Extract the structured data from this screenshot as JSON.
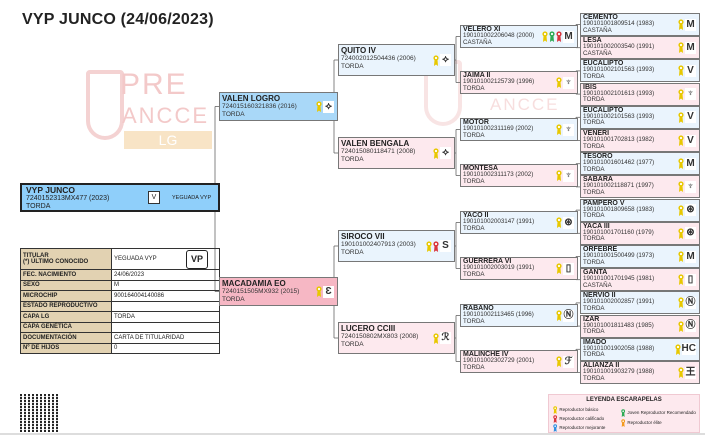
{
  "title": "VYP JUNCO (24/06/2023)",
  "watermark": {
    "line1": "PRE",
    "line2": "ANCCE",
    "badge": "LG"
  },
  "subject": {
    "name": "VYP JUNCO",
    "id": "7240152313MX477 (2023)",
    "coat": "TORDA",
    "owner": "YEGUADA VYP"
  },
  "info_table": [
    {
      "label": "TITULAR\n(*) ÚLTIMO CONOCIDO",
      "value": "YEGUADA VYP"
    },
    {
      "label": "FEC. NACIMIENTO",
      "value": "24/06/2023"
    },
    {
      "label": "SEXO",
      "value": "M"
    },
    {
      "label": "MICROCHIP",
      "value": "900164004140086"
    },
    {
      "label": "ESTADO REPRODUCTIVO",
      "value": ""
    },
    {
      "label": "CAPA LG",
      "value": "TORDA"
    },
    {
      "label": "CAPA GENÉTICA",
      "value": ""
    },
    {
      "label": "DOCUMENTACIÓN",
      "value": "CARTA DE TITULARIDAD"
    },
    {
      "label": "Nº DE HIJOS",
      "value": "0"
    }
  ],
  "colors": {
    "yellow": "#e8c800",
    "green": "#2eaa55",
    "red": "#d9343c",
    "blue": "#2f8fe0",
    "orange": "#f39a1e"
  },
  "gen1": [
    {
      "name": "VALEN LOGRO",
      "id": "724015160321836 (2016)",
      "coat": "TORDA",
      "sex": "m",
      "ribbons": [
        "yellow"
      ],
      "brand": "⟡"
    },
    {
      "name": "MACADAMIA EO",
      "id": "7240151505MX932 (2015)",
      "coat": "TORDA",
      "sex": "f",
      "ribbons": [
        "yellow"
      ],
      "brand": "Ɛ"
    }
  ],
  "gen2": [
    {
      "name": "QUITO IV",
      "id": "724002012504436 (2006)",
      "coat": "TORDA",
      "sex": "m",
      "ribbons": [
        "yellow"
      ],
      "brand": "⟡"
    },
    {
      "name": "VALEN BENGALA",
      "id": "724015080118471 (2008)",
      "coat": "TORDA",
      "sex": "f",
      "ribbons": [
        "yellow"
      ],
      "brand": "⟡"
    },
    {
      "name": "SIROCO VII",
      "id": "190101002407913 (2003)",
      "coat": "TORDA",
      "sex": "m",
      "ribbons": [
        "yellow",
        "red"
      ],
      "brand": "S"
    },
    {
      "name": "LUCERO CCIII",
      "id": "7240150802MX803 (2008)",
      "coat": "TORDA",
      "sex": "f",
      "ribbons": [
        "yellow"
      ],
      "brand": "ℛ"
    }
  ],
  "gen3": [
    {
      "name": "VELERO XI",
      "id": "190101002206048 (2000)",
      "coat": "CASTAÑA",
      "sex": "m",
      "ribbons": [
        "yellow",
        "green",
        "red"
      ],
      "brand": "M"
    },
    {
      "name": "JAIMA II",
      "id": "190101002125739 (1996)",
      "coat": "TORDA",
      "sex": "f",
      "ribbons": [
        "yellow"
      ],
      "brand": "♆"
    },
    {
      "name": "MOTOR",
      "id": "190101002311169 (2002)",
      "coat": "TORDA",
      "sex": "m",
      "ribbons": [
        "yellow"
      ],
      "brand": "♆"
    },
    {
      "name": "MONTESA",
      "id": "190101002311173 (2002)",
      "coat": "TORDA",
      "sex": "f",
      "ribbons": [
        "yellow"
      ],
      "brand": "♆"
    },
    {
      "name": "YACO II",
      "id": "190101002003147 (1991)",
      "coat": "TORDA",
      "sex": "m",
      "ribbons": [
        "yellow"
      ],
      "brand": "⊛"
    },
    {
      "name": "GUERRERA VI",
      "id": "190101002003019 (1991)",
      "coat": "TORDA",
      "sex": "f",
      "ribbons": [
        "yellow"
      ],
      "brand": "▯"
    },
    {
      "name": "RABANO",
      "id": "190101002113465 (1996)",
      "coat": "TORDA",
      "sex": "m",
      "ribbons": [
        "yellow"
      ],
      "brand": "Ⓝ"
    },
    {
      "name": "MALINCHE IV",
      "id": "190101002302729 (2001)",
      "coat": "TORDA",
      "sex": "f",
      "ribbons": [
        "yellow"
      ],
      "brand": "ℱ"
    }
  ],
  "gen4": [
    {
      "name": "CEMENTO",
      "id": "190101001809514 (1983)",
      "coat": "CASTAÑA",
      "sex": "m",
      "ribbons": [
        "yellow"
      ],
      "brand": "M"
    },
    {
      "name": "LESA",
      "id": "190101002003540 (1991)",
      "coat": "CASTAÑA",
      "sex": "f",
      "ribbons": [
        "yellow"
      ],
      "brand": "M"
    },
    {
      "name": "EUCALIPTO",
      "id": "190101002101563 (1993)",
      "coat": "TORDA",
      "sex": "m",
      "ribbons": [
        "yellow"
      ],
      "brand": "V"
    },
    {
      "name": "IBIS",
      "id": "190101002101613 (1993)",
      "coat": "TORDA",
      "sex": "f",
      "ribbons": [
        "yellow"
      ],
      "brand": "♆"
    },
    {
      "name": "EUCALIPTO",
      "id": "190101002101563 (1993)",
      "coat": "TORDA",
      "sex": "m",
      "ribbons": [
        "yellow"
      ],
      "brand": "V"
    },
    {
      "name": "VENERI",
      "id": "190101001702813 (1982)",
      "coat": "TORDA",
      "sex": "f",
      "ribbons": [
        "yellow"
      ],
      "brand": "V"
    },
    {
      "name": "TESORO",
      "id": "190101001601462 (1977)",
      "coat": "TORDA",
      "sex": "m",
      "ribbons": [
        "yellow"
      ],
      "brand": "M"
    },
    {
      "name": "SABARA",
      "id": "190101002118871 (1997)",
      "coat": "TORDA",
      "sex": "f",
      "ribbons": [
        "yellow"
      ],
      "brand": "♆"
    },
    {
      "name": "PAMPERO V",
      "id": "190101001809658 (1983)",
      "coat": "TORDA",
      "sex": "m",
      "ribbons": [
        "yellow"
      ],
      "brand": "⊛"
    },
    {
      "name": "YACA III",
      "id": "190101001701160 (1979)",
      "coat": "TORDA",
      "sex": "f",
      "ribbons": [
        "yellow"
      ],
      "brand": "⊛"
    },
    {
      "name": "ORFEBRE",
      "id": "190101001500499 (1973)",
      "coat": "TORDA",
      "sex": "m",
      "ribbons": [
        "yellow"
      ],
      "brand": "M"
    },
    {
      "name": "GANTA",
      "id": "190101001701945 (1981)",
      "coat": "CASTAÑA",
      "sex": "f",
      "ribbons": [
        "yellow"
      ],
      "brand": "▯"
    },
    {
      "name": "NERVIO II",
      "id": "190101002002857 (1991)",
      "coat": "TORDA",
      "sex": "m",
      "ribbons": [
        "yellow"
      ],
      "brand": "Ⓝ"
    },
    {
      "name": "IZAR",
      "id": "190101001811483 (1985)",
      "coat": "TORDA",
      "sex": "f",
      "ribbons": [
        "yellow"
      ],
      "brand": "Ⓝ"
    },
    {
      "name": "IMADO",
      "id": "190101001902058 (1988)",
      "coat": "TORDA",
      "sex": "m",
      "ribbons": [
        "yellow"
      ],
      "brand": "HC"
    },
    {
      "name": "ALIANZA II",
      "id": "190101001903279 (1988)",
      "coat": "TORDA",
      "sex": "f",
      "ribbons": [
        "yellow"
      ],
      "brand": "王"
    }
  ],
  "legend": {
    "title": "LEYENDA ESCARAPELAS",
    "items": [
      {
        "label": "Reproductor básico",
        "color": "yellow"
      },
      {
        "label": "Reproductor calificado",
        "color": "red"
      },
      {
        "label": "Reproductor mejorante",
        "color": "blue"
      },
      {
        "label": "Joven Reproductor Recomendado",
        "color": "green"
      },
      {
        "label": "Reproductor élite",
        "color": "orange"
      }
    ]
  }
}
